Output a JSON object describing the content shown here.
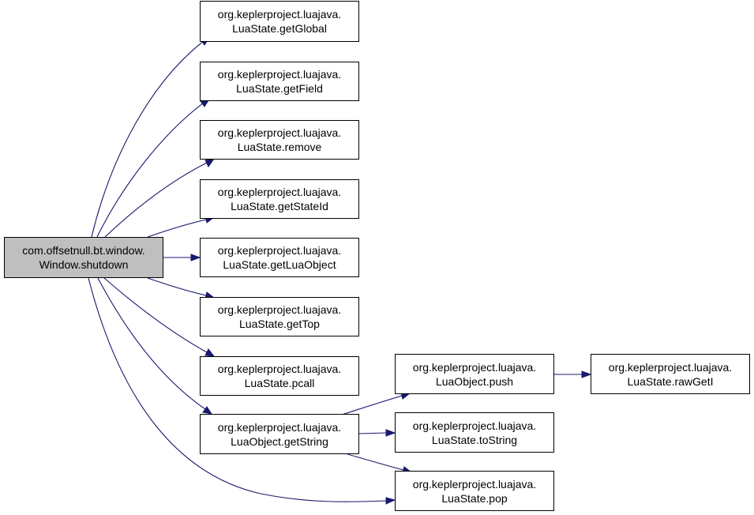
{
  "colors": {
    "edge": "#191970",
    "root_fill": "#bfbfbf",
    "node_fill": "#ffffff",
    "border": "#000000"
  },
  "nodes": {
    "root": {
      "line1": "com.offsetnull.bt.window.",
      "line2": "Window.shutdown"
    },
    "getGlobal": {
      "line1": "org.keplerproject.luajava.",
      "line2": "LuaState.getGlobal"
    },
    "getField": {
      "line1": "org.keplerproject.luajava.",
      "line2": "LuaState.getField"
    },
    "remove": {
      "line1": "org.keplerproject.luajava.",
      "line2": "LuaState.remove"
    },
    "getStateId": {
      "line1": "org.keplerproject.luajava.",
      "line2": "LuaState.getStateId"
    },
    "getLuaObject": {
      "line1": "org.keplerproject.luajava.",
      "line2": "LuaState.getLuaObject"
    },
    "getTop": {
      "line1": "org.keplerproject.luajava.",
      "line2": "LuaState.getTop"
    },
    "pcall": {
      "line1": "org.keplerproject.luajava.",
      "line2": "LuaState.pcall"
    },
    "getString": {
      "line1": "org.keplerproject.luajava.",
      "line2": "LuaObject.getString"
    },
    "push": {
      "line1": "org.keplerproject.luajava.",
      "line2": "LuaObject.push"
    },
    "toString": {
      "line1": "org.keplerproject.luajava.",
      "line2": "LuaState.toString"
    },
    "pop": {
      "line1": "org.keplerproject.luajava.",
      "line2": "LuaState.pop"
    },
    "rawGetI": {
      "line1": "org.keplerproject.luajava.",
      "line2": "LuaState.rawGetI"
    }
  }
}
